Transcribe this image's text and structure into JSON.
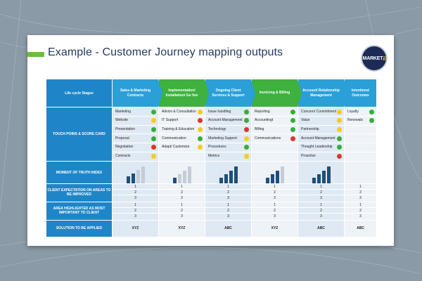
{
  "title": "Example - Customer Journey mapping outputs",
  "logo": {
    "text": "MARKET",
    "suffix": "ii"
  },
  "colors": {
    "green": "#3aab3a",
    "yellow": "#f3cc1e",
    "red": "#e0352b",
    "blue": "#2a9fd8",
    "accent": "#6cbd3c"
  },
  "row_labels": {
    "lifecycle": "Life cycle Stages",
    "touch": "TOUCH POINS & SCORE CARD",
    "moment": "MOMENT OF TRUTH INDEX",
    "expectation": "CLIENT EXPECTATION ON AREAS TO BE IMPROVED",
    "highlighted": "AREA HIGHLIGHTED AS MOST IMPORTANT TO CLIENT",
    "solution": "SOLUTION TO BE APPLIED"
  },
  "stages": [
    {
      "name": "Sales & Marketing Contracts",
      "style": "blue",
      "items": [
        {
          "label": "Marketing",
          "status": "green"
        },
        {
          "label": "Website",
          "status": "yellow"
        },
        {
          "label": "Presentation",
          "status": "green"
        },
        {
          "label": "Proposal",
          "status": "green"
        },
        {
          "label": "Negotiation",
          "status": "red"
        },
        {
          "label": "Contracts",
          "status": "yellow"
        }
      ],
      "moment": [
        0.4,
        0.6,
        0.8,
        1.0
      ],
      "moment_colors": [
        "dark",
        "dark",
        "light",
        "light"
      ],
      "expectation": [
        "1",
        "2",
        "3"
      ],
      "highlighted": [
        "1",
        "2",
        "3"
      ],
      "solution": "XYZ"
    },
    {
      "name": "Implementation/ Installation/ Go live",
      "style": "green",
      "items": [
        {
          "label": "Advice & Consultation",
          "status": "yellow"
        },
        {
          "label": "IT Support",
          "status": "red"
        },
        {
          "label": "Training & Education",
          "status": "yellow"
        },
        {
          "label": "Communication",
          "status": "green"
        },
        {
          "label": "Adapt/ Customize",
          "status": "yellow"
        },
        {
          "label": "",
          "status": ""
        }
      ],
      "moment": [
        0.35,
        0.55,
        0.75,
        1.0
      ],
      "moment_colors": [
        "dark",
        "light",
        "light",
        "light"
      ],
      "expectation": [
        "1",
        "2",
        "3"
      ],
      "highlighted": [
        "1",
        "2",
        "3"
      ],
      "solution": "XYZ"
    },
    {
      "name": "Ongoing Client Services & Support",
      "style": "blue",
      "items": [
        {
          "label": "Issue handling",
          "status": "green"
        },
        {
          "label": "Account Management",
          "status": "green"
        },
        {
          "label": "Technology",
          "status": "red"
        },
        {
          "label": "Marketing Support",
          "status": "yellow"
        },
        {
          "label": "Procedures",
          "status": "green"
        },
        {
          "label": "Metrics",
          "status": "yellow"
        }
      ],
      "moment": [
        0.35,
        0.55,
        0.75,
        1.0
      ],
      "moment_colors": [
        "dark",
        "dark",
        "dark",
        "dark"
      ],
      "expectation": [
        "1",
        "2",
        "3"
      ],
      "highlighted": [
        "1",
        "2",
        "3"
      ],
      "solution": "ABC"
    },
    {
      "name": "Invoicing & Billing",
      "style": "green",
      "items": [
        {
          "label": "Reporting",
          "status": "green"
        },
        {
          "label": "Accountingt",
          "status": "green"
        },
        {
          "label": "Billing",
          "status": "green"
        },
        {
          "label": "Communications",
          "status": "red"
        },
        {
          "label": "",
          "status": ""
        },
        {
          "label": "",
          "status": ""
        }
      ],
      "moment": [
        0.35,
        0.55,
        0.75,
        1.0
      ],
      "moment_colors": [
        "dark",
        "dark",
        "dark",
        "light"
      ],
      "expectation": [
        "1",
        "2",
        "3"
      ],
      "highlighted": [
        "1",
        "2",
        "3"
      ],
      "solution": "XYZ"
    },
    {
      "name": "Account/ Relationship Management",
      "style": "blue",
      "items": [
        {
          "label": "Concern/ Commitment",
          "status": "yellow"
        },
        {
          "label": "Value",
          "status": "yellow"
        },
        {
          "label": "Partnership",
          "status": "yellow"
        },
        {
          "label": "Account Management",
          "status": "green"
        },
        {
          "label": "Thought Leadership",
          "status": "green"
        },
        {
          "label": "Proactive",
          "status": "red"
        }
      ],
      "moment": [
        0.35,
        0.55,
        0.75,
        1.0
      ],
      "moment_colors": [
        "dark",
        "dark",
        "dark",
        "dark"
      ],
      "expectation": [
        "1",
        "2",
        "3"
      ],
      "highlighted": [
        "1",
        "2",
        "3"
      ],
      "solution": "ABC"
    },
    {
      "name": "Intentions/ Outcomes",
      "style": "blue",
      "items": [
        {
          "label": "Loyalty",
          "status": "green"
        },
        {
          "label": "Renewals",
          "status": "green"
        },
        {
          "label": "",
          "status": ""
        },
        {
          "label": "",
          "status": ""
        },
        {
          "label": "",
          "status": ""
        },
        {
          "label": "",
          "status": ""
        }
      ],
      "moment": [],
      "moment_colors": [],
      "expectation": [
        "1",
        "2",
        "3"
      ],
      "highlighted": [
        "1",
        "2",
        "3"
      ],
      "solution": "ABC"
    }
  ]
}
